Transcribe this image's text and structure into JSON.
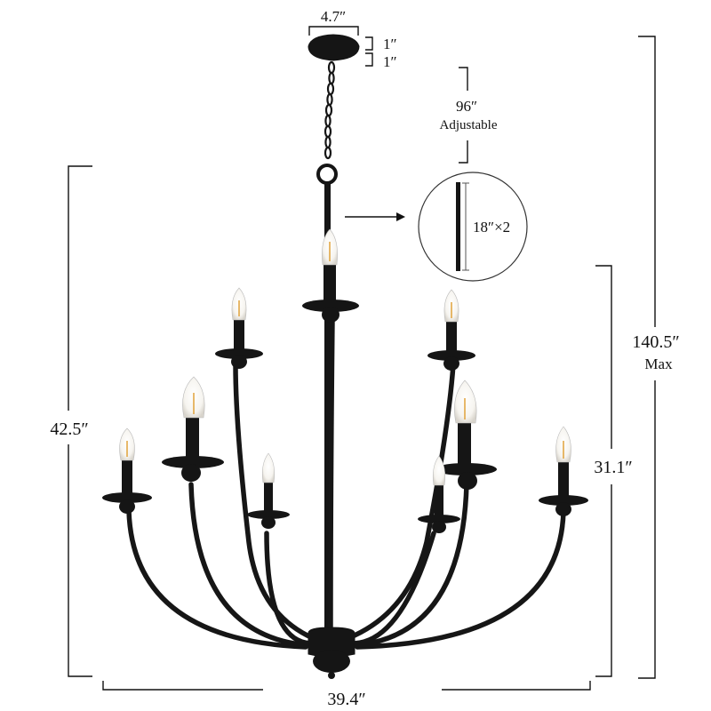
{
  "dimensions": {
    "canopy_width": "4.7″",
    "canopy_height_a": "1″",
    "canopy_height_b": "1″",
    "chain_length": "96″",
    "chain_note": "Adjustable",
    "rod_segments": "18″×2",
    "max_height": "140.5″",
    "max_note": "Max",
    "fixture_height": "42.5″",
    "body_height": "31.1″",
    "width": "39.4″"
  },
  "colors": {
    "fixture": "#151515",
    "bulb_glass": "#f6f4ef",
    "filament": "#e0a23a"
  },
  "icons": [
    "arrow-right-icon"
  ]
}
